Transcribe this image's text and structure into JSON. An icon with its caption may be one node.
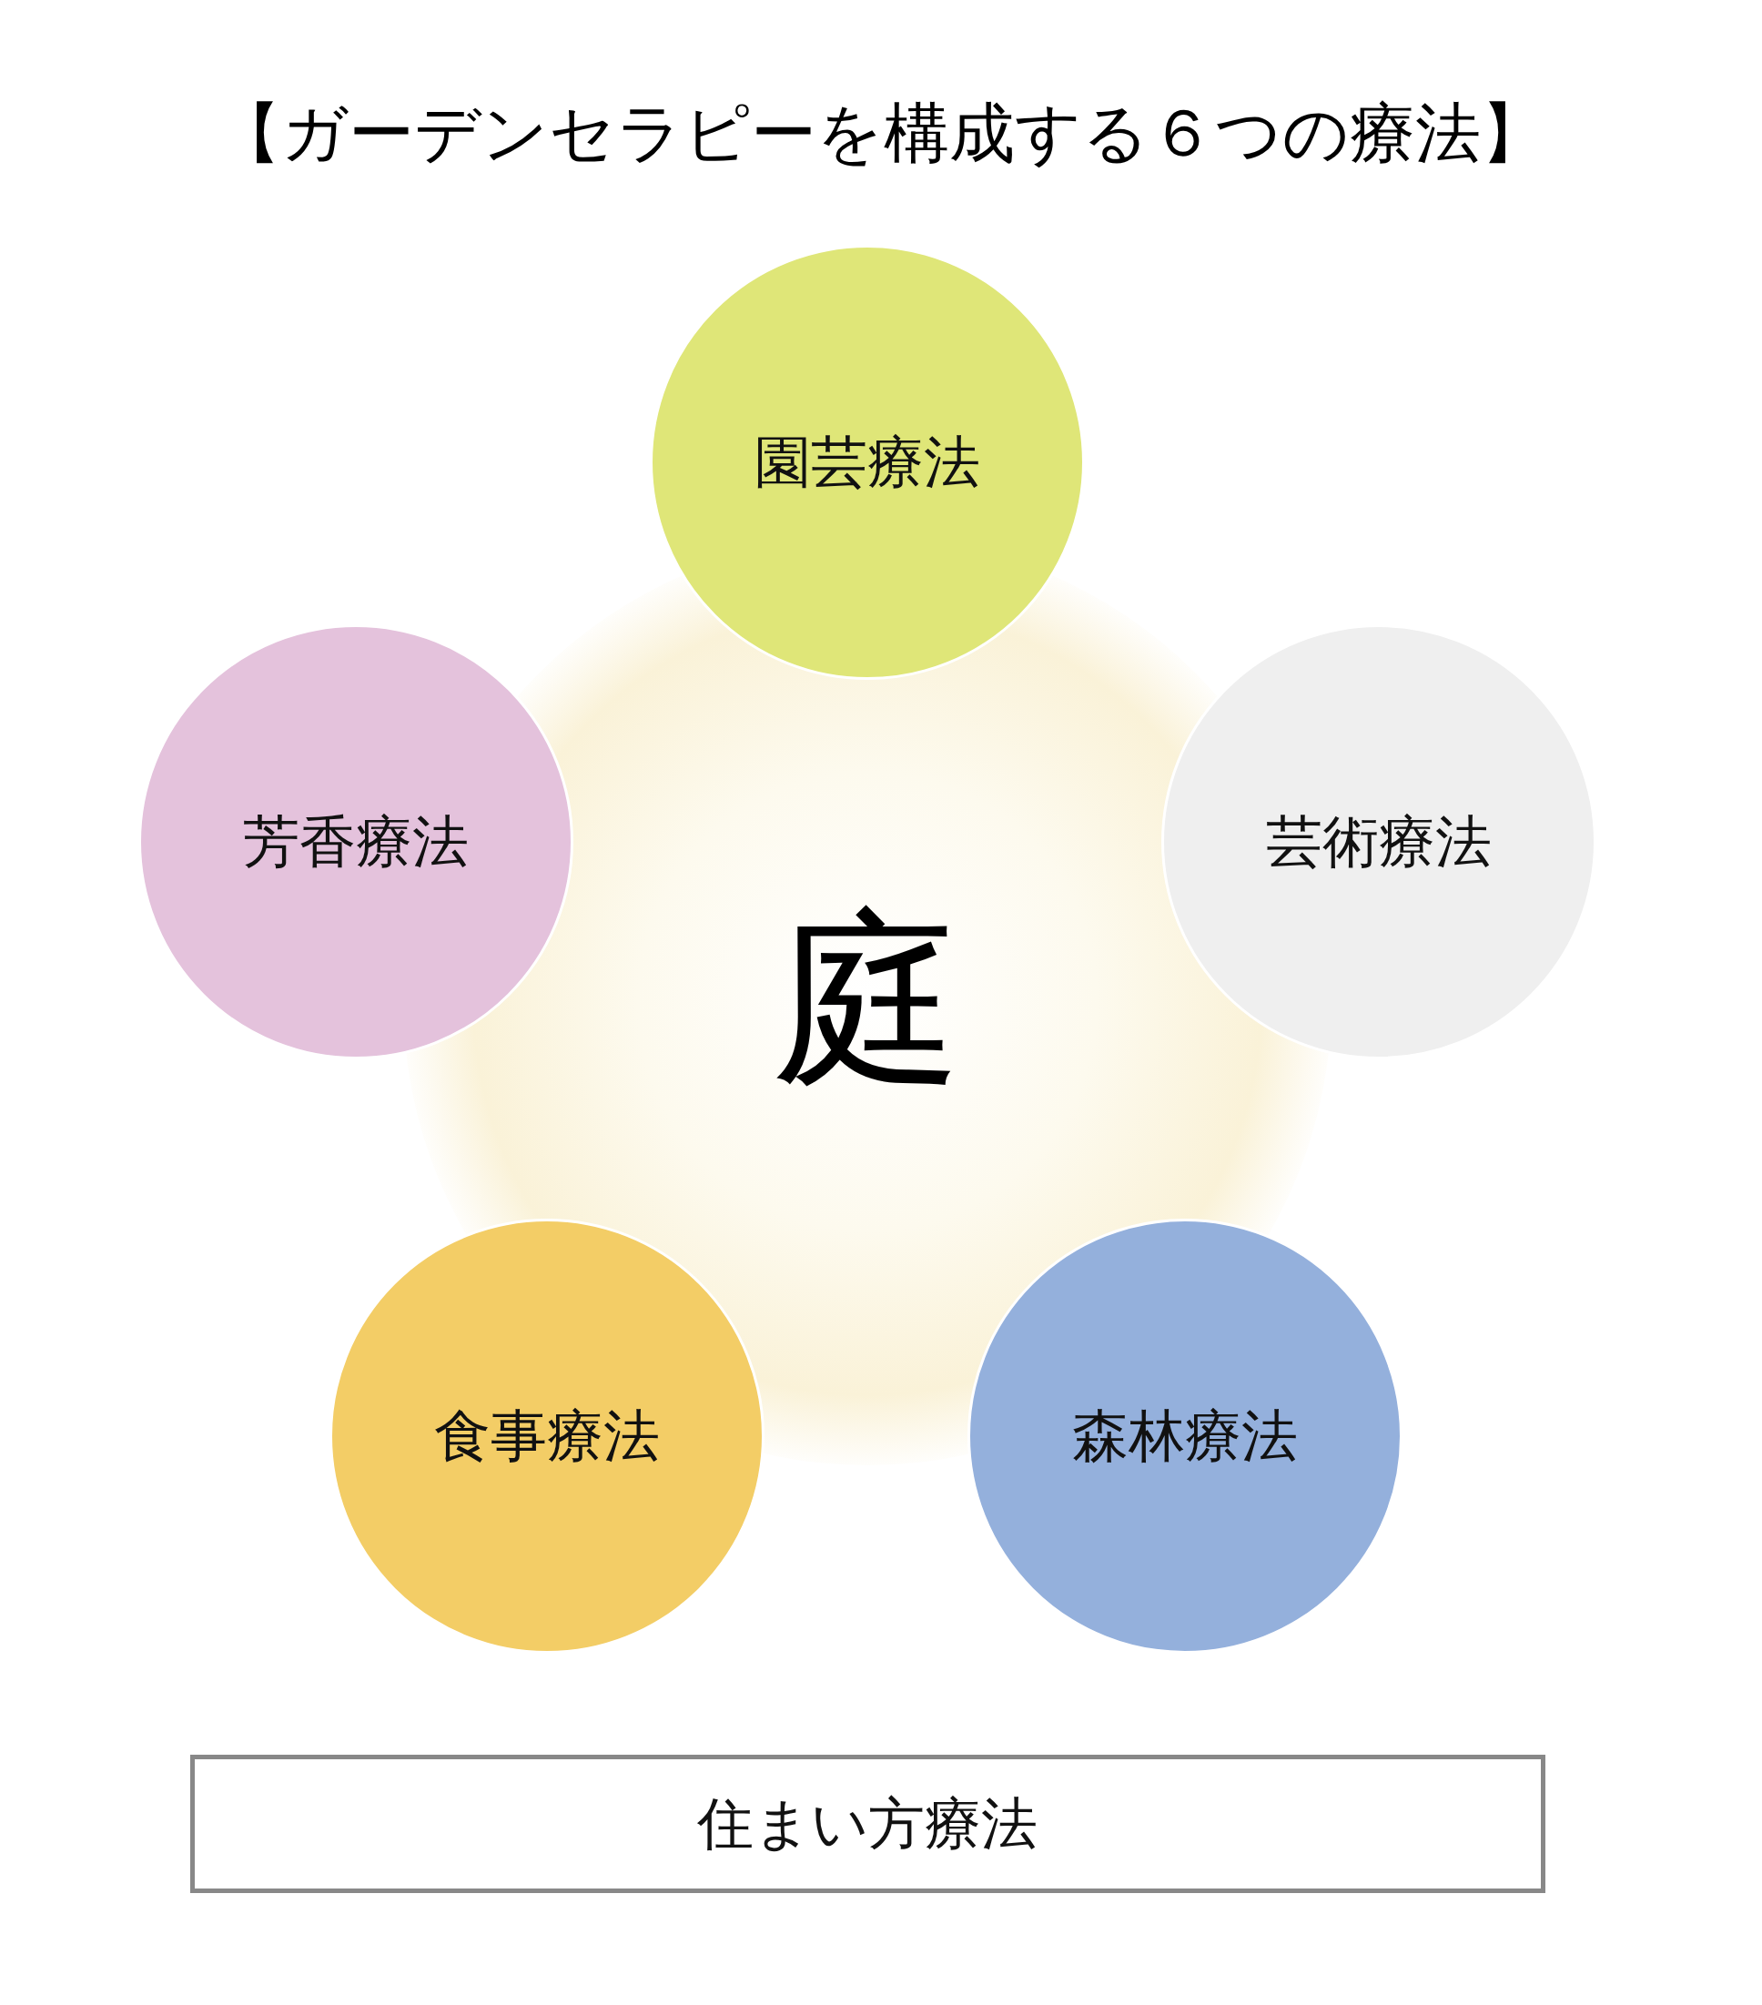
{
  "diagram": {
    "title": "【ガーデンセラピーを構成する６つの療法】",
    "nodes": [
      {
        "text": [
          "園芸療法"
        ]
      },
      {
        "text": [
          "芳香療法"
        ]
      },
      {
        "text": [
          "芸術療法"
        ]
      },
      {
        "text": [
          "庭"
        ]
      },
      {
        "text": [
          "食事療法"
        ]
      },
      {
        "text": [
          "森林療法"
        ]
      },
      {
        "text": [
          "住まい方療法"
        ]
      }
    ]
  }
}
